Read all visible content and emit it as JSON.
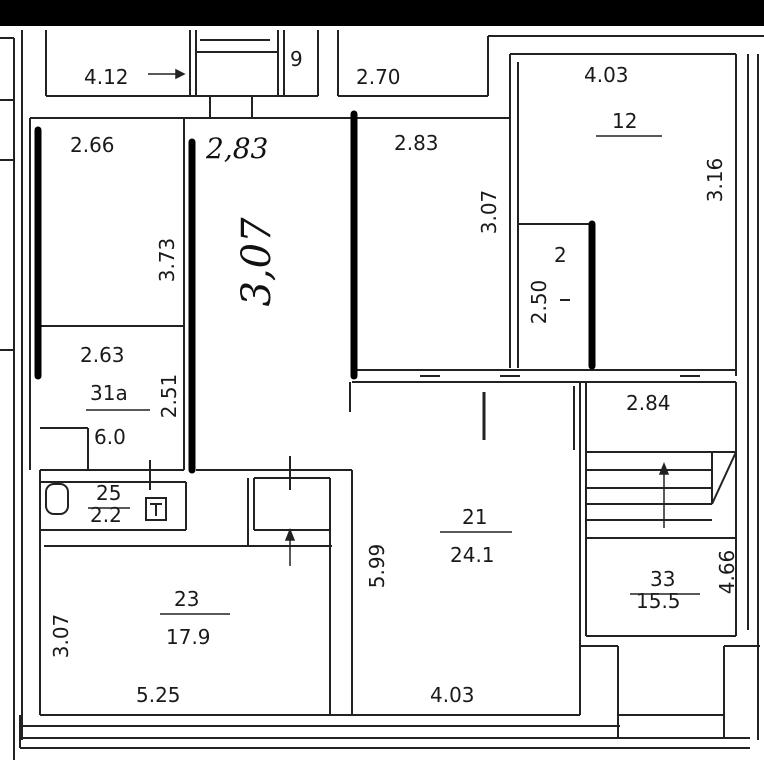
{
  "plan": {
    "dimensions": [
      {
        "id": "d412",
        "text": "4.12"
      },
      {
        "id": "d9",
        "text": "9"
      },
      {
        "id": "d270",
        "text": "2.70"
      },
      {
        "id": "d403top",
        "text": "4.03"
      },
      {
        "id": "d12",
        "text": "12"
      },
      {
        "id": "d316",
        "text": "3.16"
      },
      {
        "id": "d266",
        "text": "2.66"
      },
      {
        "id": "d373",
        "text": "3.73"
      },
      {
        "id": "d283",
        "text": "2.83"
      },
      {
        "id": "d307a",
        "text": "3.07"
      },
      {
        "id": "d2",
        "text": "2"
      },
      {
        "id": "d250",
        "text": "2.50"
      },
      {
        "id": "d263",
        "text": "2.63"
      },
      {
        "id": "d31a",
        "text": "31a"
      },
      {
        "id": "d60",
        "text": "6.0"
      },
      {
        "id": "d251",
        "text": "2.51"
      },
      {
        "id": "d284",
        "text": "2.84"
      },
      {
        "id": "d25",
        "text": "25"
      },
      {
        "id": "d22",
        "text": "2.2"
      },
      {
        "id": "d21",
        "text": "21"
      },
      {
        "id": "d241",
        "text": "24.1"
      },
      {
        "id": "d599",
        "text": "5.99"
      },
      {
        "id": "d33",
        "text": "33"
      },
      {
        "id": "d155",
        "text": "15.5"
      },
      {
        "id": "d466",
        "text": "4.66"
      },
      {
        "id": "d23",
        "text": "23"
      },
      {
        "id": "d179",
        "text": "17.9"
      },
      {
        "id": "d307b",
        "text": "3.07"
      },
      {
        "id": "d525",
        "text": "5.25"
      },
      {
        "id": "d403bot",
        "text": "4.03"
      }
    ],
    "handwritten": [
      {
        "id": "h283",
        "text": "2,83"
      },
      {
        "id": "h307",
        "text": "3,07"
      }
    ]
  }
}
